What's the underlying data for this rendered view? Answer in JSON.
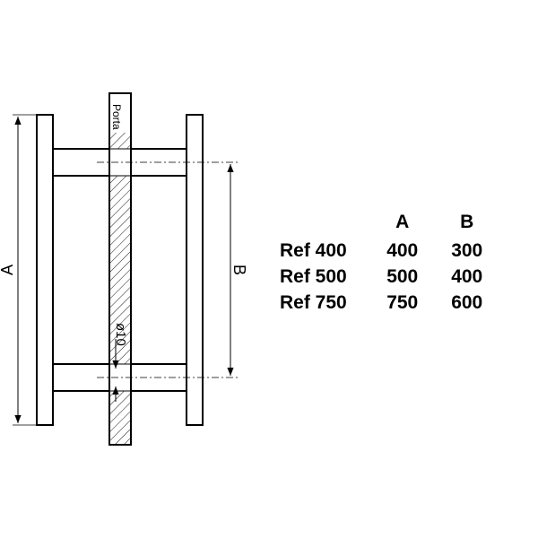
{
  "drawing": {
    "door_label": "Porta",
    "dimension_a": "A",
    "dimension_b": "B",
    "diameter_label": "ø10"
  },
  "spec_table": {
    "headers": [
      "",
      "A",
      "B"
    ],
    "rows": [
      {
        "ref": "Ref 400",
        "a": "400",
        "b": "300"
      },
      {
        "ref": "Ref 500",
        "a": "500",
        "b": "400"
      },
      {
        "ref": "Ref 750",
        "a": "750",
        "b": "600"
      }
    ]
  }
}
